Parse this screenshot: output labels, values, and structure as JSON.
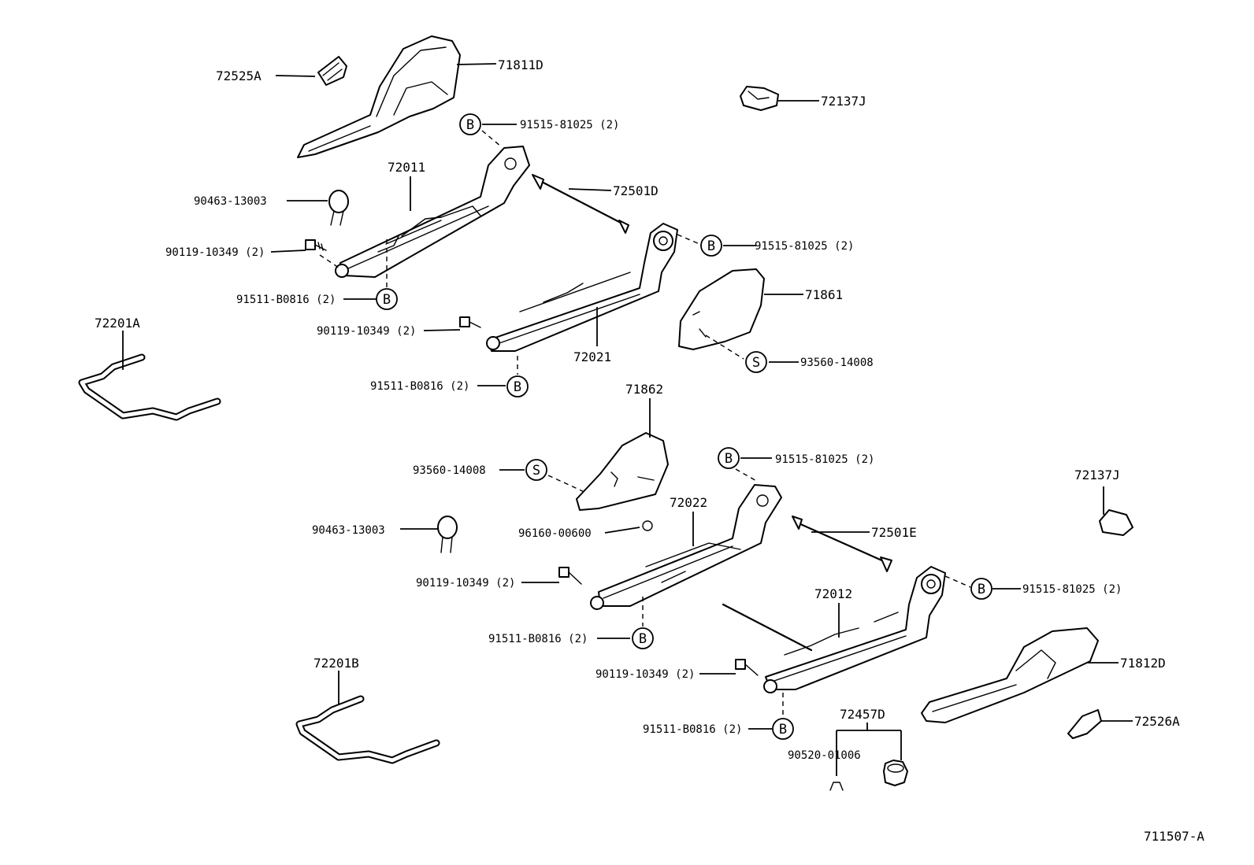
{
  "labels": {
    "p72525A": "72525A",
    "p71811D": "71811D",
    "p72137J_a": "72137J",
    "p91515_a": "91515-81025 (2)",
    "p72011": "72011",
    "p90463_a": "90463-13003",
    "p72501D": "72501D",
    "p90119_a": "90119-10349 (2)",
    "p91515_b": "91515-81025 (2)",
    "p91511_a": "91511-B0816 (2)",
    "p71861": "71861",
    "p72201A": "72201A",
    "p90119_b": "90119-10349 (2)",
    "p72021": "72021",
    "p93560_a": "93560-14008",
    "p91511_b": "91511-B0816 (2)",
    "p71862": "71862",
    "p91515_c": "91515-81025 (2)",
    "p72137J_b": "72137J",
    "p93560_b": "93560-14008",
    "p72022": "72022",
    "p90463_b": "90463-13003",
    "p96160": "96160-00600",
    "p72501E": "72501E",
    "p90119_c": "90119-10349 (2)",
    "p72012": "72012",
    "p91515_d": "91515-81025 (2)",
    "p91511_c": "91511-B0816 (2)",
    "p72201B": "72201B",
    "p90119_d": "90119-10349 (2)",
    "p71812D": "71812D",
    "p72457D": "72457D",
    "p91511_d": "91511-B0816 (2)",
    "p72526A": "72526A",
    "p90520": "90520-01006",
    "figure_id": "711507-A"
  },
  "callouts": {
    "bolt": "B",
    "screw": "S"
  }
}
